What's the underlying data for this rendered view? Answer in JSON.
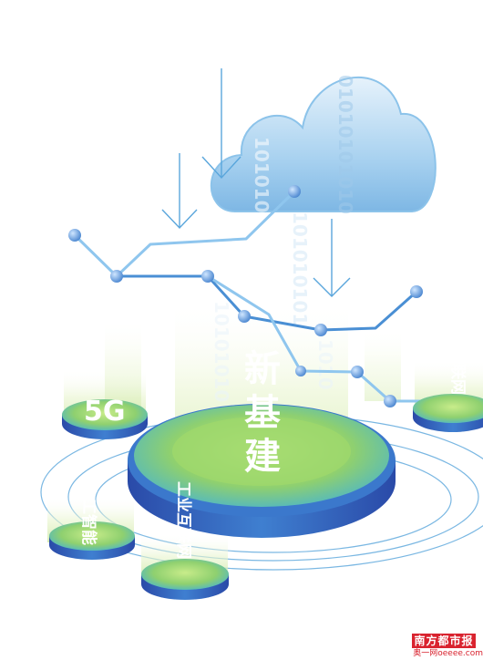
{
  "binary_stream": [
    "01010101010",
    "1010101010",
    "101010101",
    "10101010",
    "1010"
  ],
  "labels": {
    "center": "新基建",
    "fiveg": "5G",
    "ai": "人工智能",
    "industrial": "工业互联网",
    "iot": "物联网"
  },
  "watermark": {
    "brand": "南方都市报",
    "sub": "奥一网oeeee.com"
  },
  "colors": {
    "cloud": "#8cc3ea",
    "network_line": "#4a8fd4",
    "node": "#5b9fe0",
    "platform_top": "#8fd06f",
    "platform_side": "#2f5fb7",
    "watermark": "#d9232f"
  }
}
